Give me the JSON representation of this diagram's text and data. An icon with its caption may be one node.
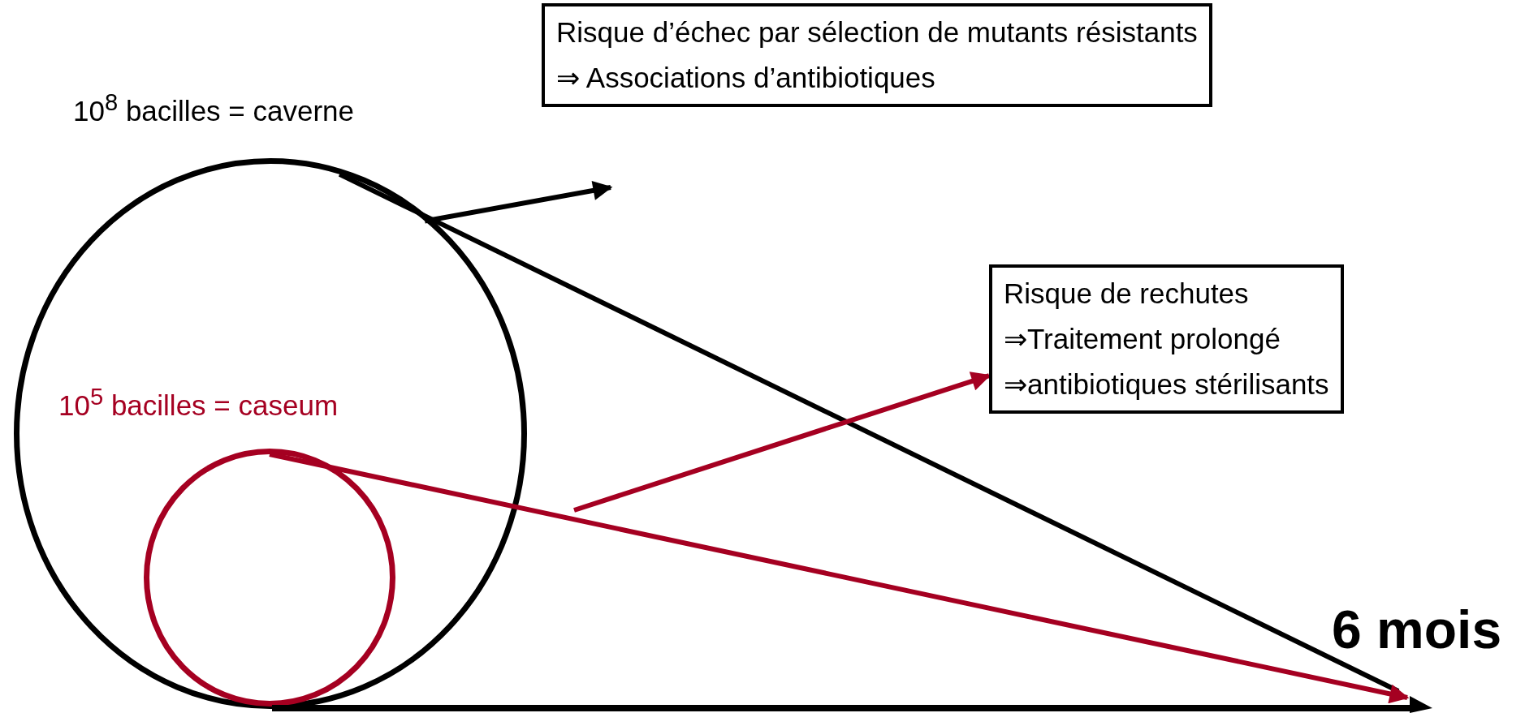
{
  "diagram": {
    "nodes": [
      {
        "text": [],
        "shape": "circle",
        "beside": [
          "10$^{8}$ bacilles = caverne"
        ]
      },
      {
        "text": [],
        "shape": "circle",
        "in": 0,
        "beside": [
          "10$^{5}$ bacilles = caseum"
        ]
      },
      {
        "text": [
          "Risque d’échec par sélection de mutants résistants",
          "⇒ Associations d’antibiotiques"
        ]
      },
      {
        "text": [
          "Risque de rechutes",
          "⇒Traitement prolongé",
          "⇒antibiotiques stérilisants"
        ]
      }
    ],
    "edges": [
      {
        "from": 0,
        "to": null,
        "arrow": "to"
      },
      {
        "from": 0,
        "to": null,
        "arrow": "none"
      },
      {
        "from": 1,
        "to": null,
        "arrow": "to",
        "color": "#a50021"
      },
      {
        "from": null,
        "to": 3,
        "arrow": "to",
        "color": "#a50021"
      }
    ],
    "labels": [
      "6 mois"
    ]
  }
}
